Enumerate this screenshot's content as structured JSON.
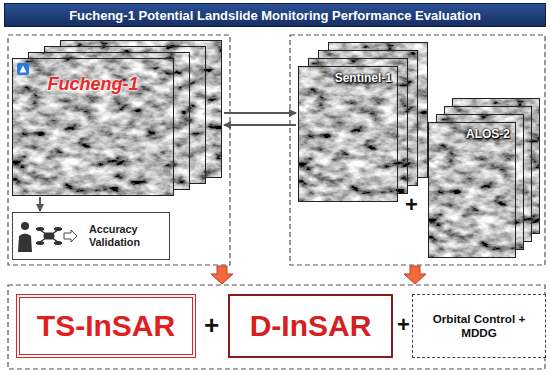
{
  "diagram": {
    "title": "Fucheng-1 Potential Landslide Monitoring Performance Evaluation",
    "nodes": [
      {
        "text": [
          "Fucheng-1"
        ]
      },
      {
        "text": [
          "Accuracy Validation"
        ]
      },
      {
        "text": [
          "Sentinel-1"
        ]
      },
      {
        "text": [
          "ALOS-2"
        ]
      },
      {
        "text": [
          "TS-InSAR"
        ]
      },
      {
        "text": [
          "D-InSAR"
        ]
      },
      {
        "text": [
          "Orbital Control + MDDG"
        ]
      }
    ],
    "edges": [
      {
        "from": 0,
        "to": 1,
        "arrow": "to"
      },
      {
        "from": 0,
        "to": 2,
        "arrow": "both"
      }
    ],
    "labels": [
      "+",
      "+",
      "+"
    ]
  }
}
